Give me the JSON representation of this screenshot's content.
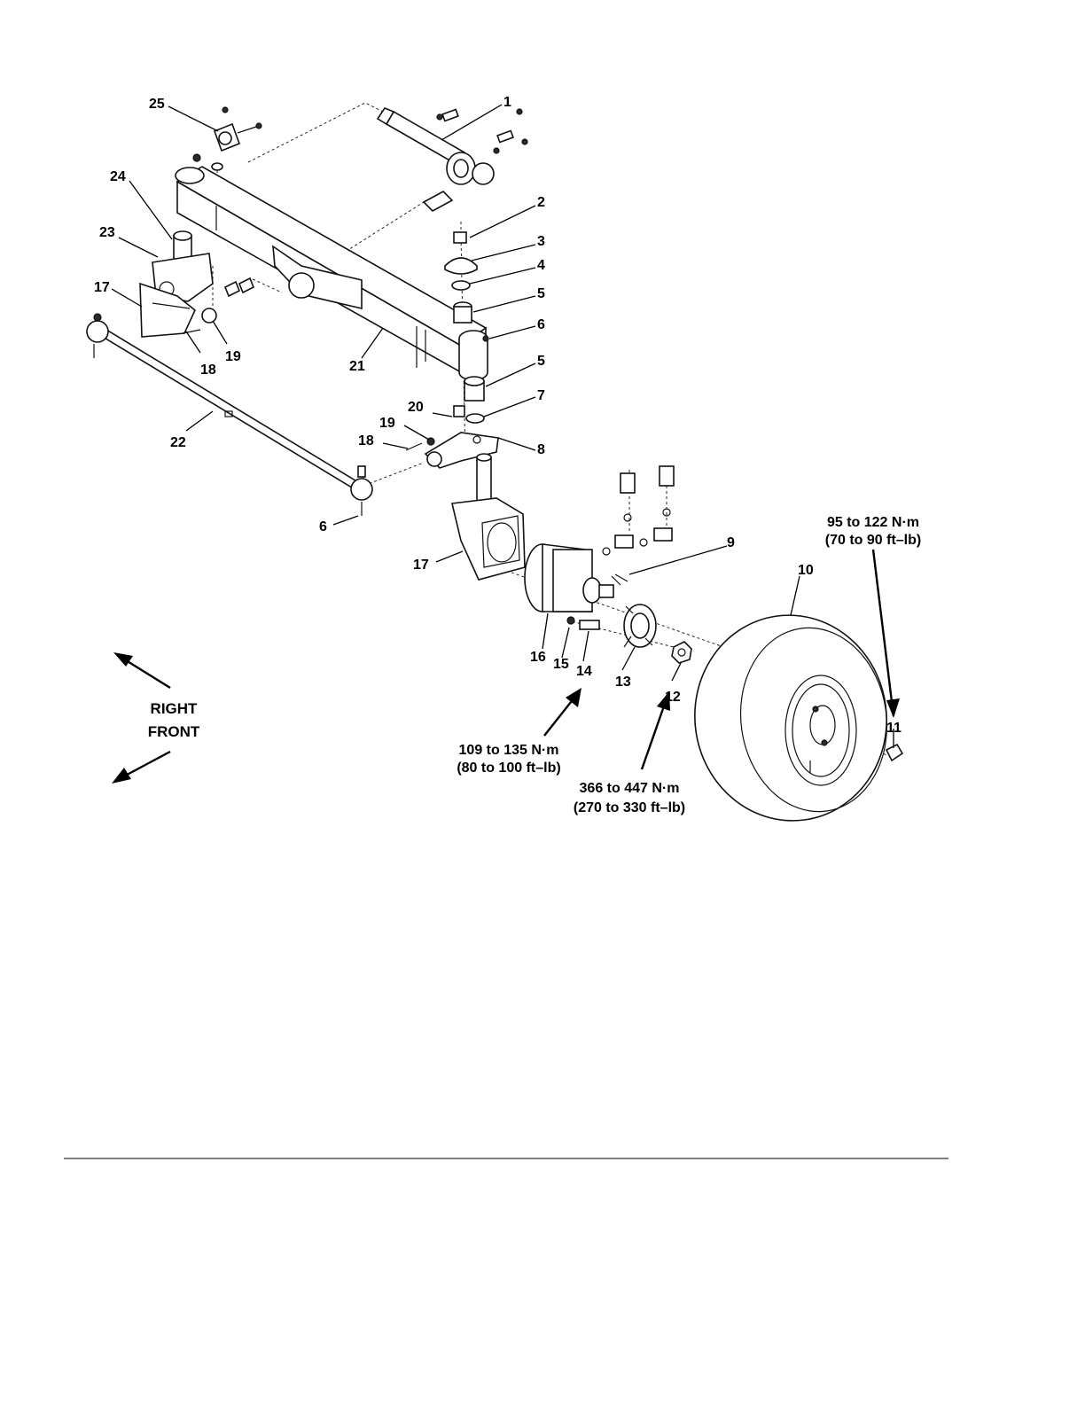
{
  "callouts": {
    "c1": "1",
    "c2": "2",
    "c3": "3",
    "c4": "4",
    "c5a": "5",
    "c6a": "6",
    "c5b": "5",
    "c7": "7",
    "c8": "8",
    "c20": "20",
    "c19a": "19",
    "c18a": "18",
    "c22": "22",
    "c6b": "6",
    "c17a": "17",
    "c9": "9",
    "c10": "10",
    "c16": "16",
    "c15": "15",
    "c14": "14",
    "c13": "13",
    "c12": "12",
    "c11": "11",
    "c25": "25",
    "c24": "24",
    "c23": "23",
    "c17b": "17",
    "c18b": "18",
    "c19b": "19",
    "c21": "21"
  },
  "torque": {
    "lug_nut_line1": "95 to 122 N·m",
    "lug_nut_line2": "(70 to 90 ft–lb)",
    "motor_bolt_line1": "109 to 135 N·m",
    "motor_bolt_line2": "(80 to 100 ft–lb)",
    "hub_nut_line1": "366 to 447 N·m",
    "hub_nut_line2": "(270 to 330 ft–lb)"
  },
  "direction": {
    "line1": "RIGHT",
    "line2": "FRONT"
  }
}
